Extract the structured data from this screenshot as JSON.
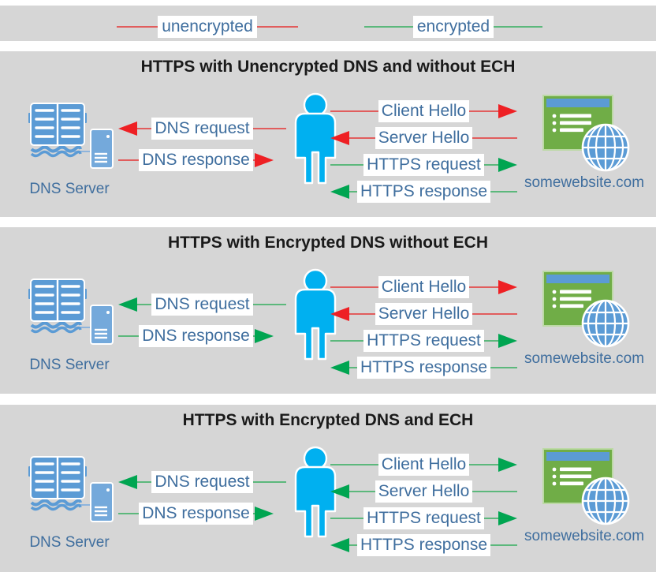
{
  "colors": {
    "panel_background": "#d6d6d6",
    "label_text": "#3f6e9e",
    "title_text": "#1a1a1a",
    "unencrypted_line": "#e15d5d",
    "unencrypted_head": "#ee2024",
    "encrypted_line": "#5cb87c",
    "encrypted_head": "#00a551",
    "person": "#00b0f0",
    "book": "#5b9bd5",
    "server_tower": "#74a9db",
    "website_body": "#70ad47",
    "website_titlebar": "#5b9bd5",
    "globe": "#5b9bd5"
  },
  "legend": {
    "items": [
      {
        "label": "unencrypted",
        "line_color": "#e15d5d"
      },
      {
        "label": "encrypted",
        "line_color": "#5cb87c"
      }
    ]
  },
  "icons": {
    "dns_server": "book-and-server-icon",
    "user": "person-icon",
    "website": "browser-globe-icon"
  },
  "panels": [
    {
      "title": "HTTPS with Unencrypted DNS and without ECH",
      "dns_server_label": "DNS Server",
      "website_label": "somewebsite.com",
      "dns_rows": [
        {
          "label": "DNS request",
          "direction": "left",
          "encryption": "unencrypted",
          "line_color": "#e15d5d",
          "head_color": "#ee2024"
        },
        {
          "label": "DNS response",
          "direction": "right",
          "encryption": "unencrypted",
          "line_color": "#e15d5d",
          "head_color": "#ee2024"
        }
      ],
      "https_rows": [
        {
          "label": "Client Hello",
          "direction": "right",
          "encryption": "unencrypted",
          "line_color": "#e15d5d",
          "head_color": "#ee2024"
        },
        {
          "label": "Server Hello",
          "direction": "left",
          "encryption": "unencrypted",
          "line_color": "#e15d5d",
          "head_color": "#ee2024"
        },
        {
          "label": "HTTPS request",
          "direction": "right",
          "encryption": "encrypted",
          "line_color": "#5cb87c",
          "head_color": "#00a551"
        },
        {
          "label": "HTTPS response",
          "direction": "left",
          "encryption": "encrypted",
          "line_color": "#5cb87c",
          "head_color": "#00a551"
        }
      ]
    },
    {
      "title": "HTTPS with Encrypted DNS without ECH",
      "dns_server_label": "DNS Server",
      "website_label": "somewebsite.com",
      "dns_rows": [
        {
          "label": "DNS request",
          "direction": "left",
          "encryption": "encrypted",
          "line_color": "#5cb87c",
          "head_color": "#00a551"
        },
        {
          "label": "DNS response",
          "direction": "right",
          "encryption": "encrypted",
          "line_color": "#5cb87c",
          "head_color": "#00a551"
        }
      ],
      "https_rows": [
        {
          "label": "Client Hello",
          "direction": "right",
          "encryption": "unencrypted",
          "line_color": "#e15d5d",
          "head_color": "#ee2024"
        },
        {
          "label": "Server Hello",
          "direction": "left",
          "encryption": "unencrypted",
          "line_color": "#e15d5d",
          "head_color": "#ee2024"
        },
        {
          "label": "HTTPS request",
          "direction": "right",
          "encryption": "encrypted",
          "line_color": "#5cb87c",
          "head_color": "#00a551"
        },
        {
          "label": "HTTPS response",
          "direction": "left",
          "encryption": "encrypted",
          "line_color": "#5cb87c",
          "head_color": "#00a551"
        }
      ]
    },
    {
      "title": "HTTPS with Encrypted DNS and ECH",
      "dns_server_label": "DNS Server",
      "website_label": "somewebsite.com",
      "dns_rows": [
        {
          "label": "DNS request",
          "direction": "left",
          "encryption": "encrypted",
          "line_color": "#5cb87c",
          "head_color": "#00a551"
        },
        {
          "label": "DNS response",
          "direction": "right",
          "encryption": "encrypted",
          "line_color": "#5cb87c",
          "head_color": "#00a551"
        }
      ],
      "https_rows": [
        {
          "label": "Client Hello",
          "direction": "right",
          "encryption": "encrypted",
          "line_color": "#5cb87c",
          "head_color": "#00a551"
        },
        {
          "label": "Server Hello",
          "direction": "left",
          "encryption": "encrypted",
          "line_color": "#5cb87c",
          "head_color": "#00a551"
        },
        {
          "label": "HTTPS request",
          "direction": "right",
          "encryption": "encrypted",
          "line_color": "#5cb87c",
          "head_color": "#00a551"
        },
        {
          "label": "HTTPS response",
          "direction": "left",
          "encryption": "encrypted",
          "line_color": "#5cb87c",
          "head_color": "#00a551"
        }
      ]
    }
  ]
}
